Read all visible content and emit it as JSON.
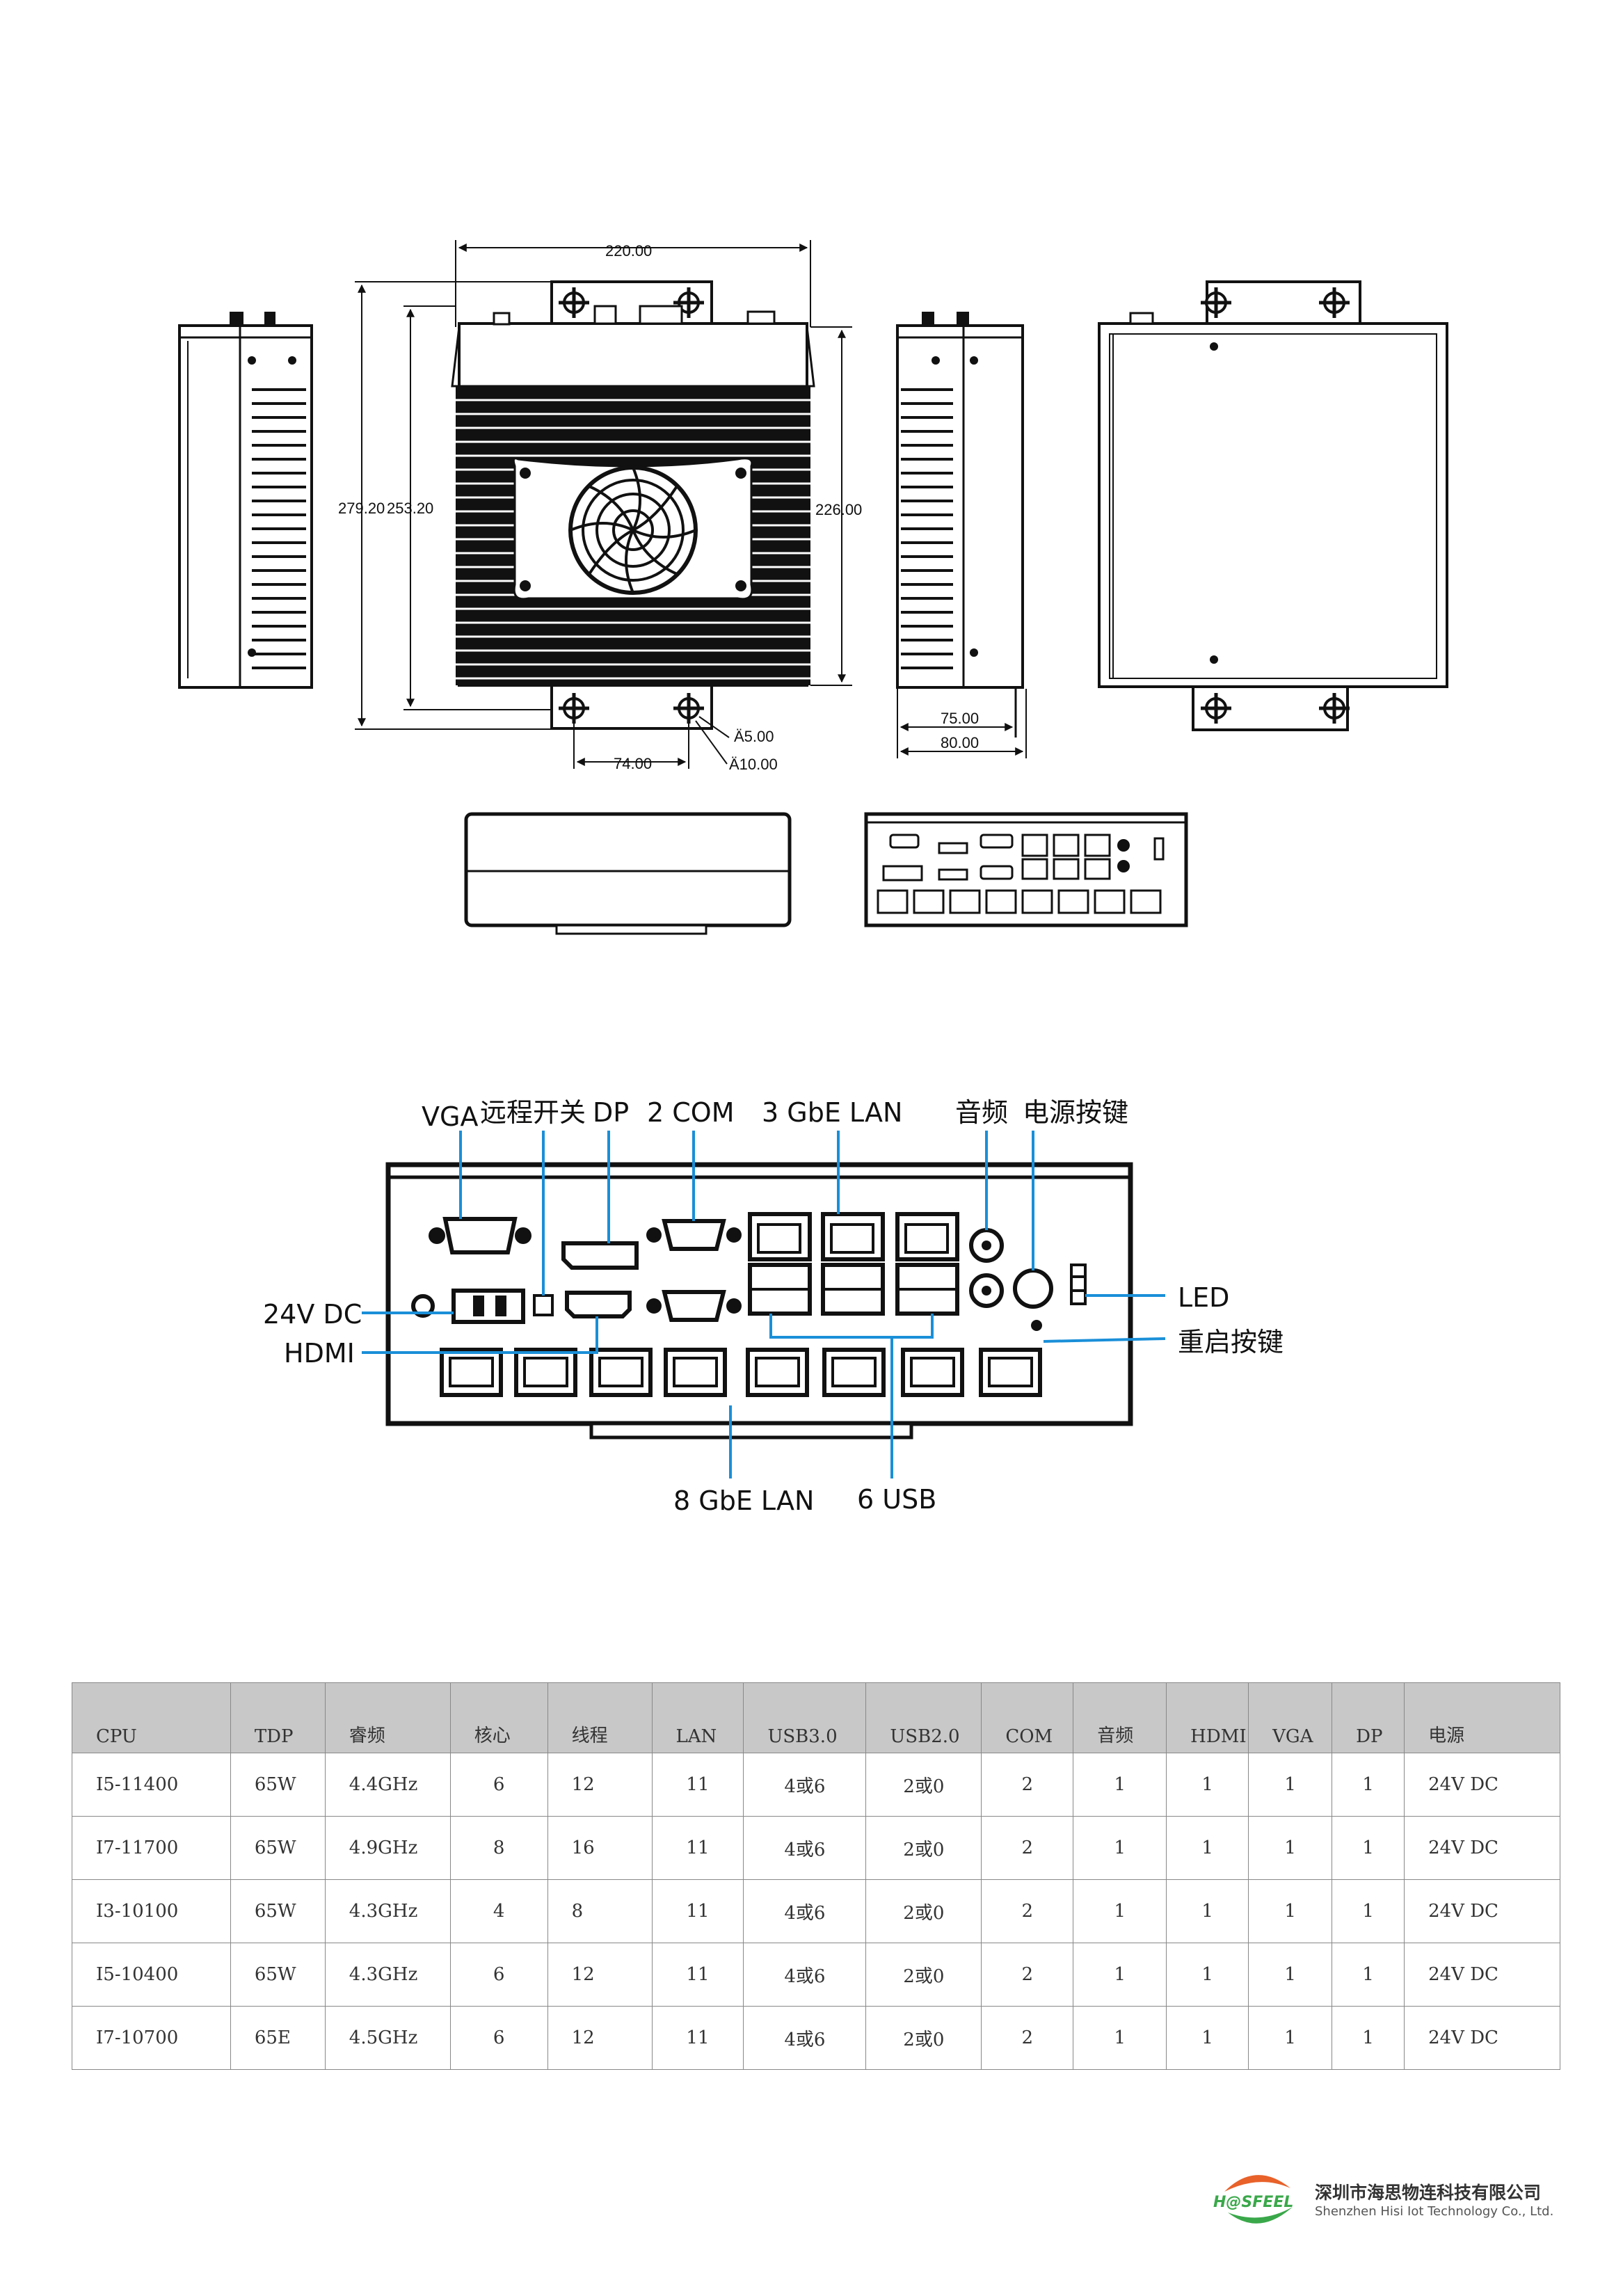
{
  "dimensions": {
    "width_220": "220.00",
    "height_2792": "279.20",
    "height_2532": "253.20",
    "height_226": "226.00",
    "spacing_74": "74.00",
    "hole_5": "Ä5.00",
    "hole_10": "Ä10.00",
    "depth_75": "75.00",
    "depth_80": "80.00"
  },
  "io_labels": {
    "vga": "VGA",
    "remote_switch": "远程开关",
    "dp": "DP",
    "com": "2 COM",
    "lan3": "3 GbE LAN",
    "audio": "音频",
    "power_button": "电源按键",
    "dc24": "24V DC",
    "hdmi": "HDMI",
    "led": "LED",
    "reset_button": "重启按键",
    "lan8": "8 GbE LAN",
    "usb6": "6 USB"
  },
  "spec_table": {
    "headers": [
      "CPU",
      "TDP",
      "睿频",
      "核心",
      "线程",
      "LAN",
      "USB3.0",
      "USB2.0",
      "COM",
      "音频",
      "HDMI",
      "VGA",
      "DP",
      "电源"
    ],
    "rows": [
      [
        "I5-11400",
        "65W",
        "4.4GHz",
        "6",
        "12",
        "11",
        "4或6",
        "2或0",
        "2",
        "1",
        "1",
        "1",
        "1",
        "24V DC"
      ],
      [
        "I7-11700",
        "65W",
        "4.9GHz",
        "8",
        "16",
        "11",
        "4或6",
        "2或0",
        "2",
        "1",
        "1",
        "1",
        "1",
        "24V DC"
      ],
      [
        "I3-10100",
        "65W",
        "4.3GHz",
        "4",
        "8",
        "11",
        "4或6",
        "2或0",
        "2",
        "1",
        "1",
        "1",
        "1",
        "24V DC"
      ],
      [
        "I5-10400",
        "65W",
        "4.3GHz",
        "6",
        "12",
        "11",
        "4或6",
        "2或0",
        "2",
        "1",
        "1",
        "1",
        "1",
        "24V DC"
      ],
      [
        "I7-10700",
        "65E",
        "4.5GHz",
        "6",
        "12",
        "11",
        "4或6",
        "2或0",
        "2",
        "1",
        "1",
        "1",
        "1",
        "24V DC"
      ]
    ]
  },
  "logo": {
    "mark_text": "H@SFEEL",
    "company_cn": "深圳市海思物连科技有限公司",
    "company_en": "Shenzhen Hisi Iot Technology Co., Ltd."
  }
}
